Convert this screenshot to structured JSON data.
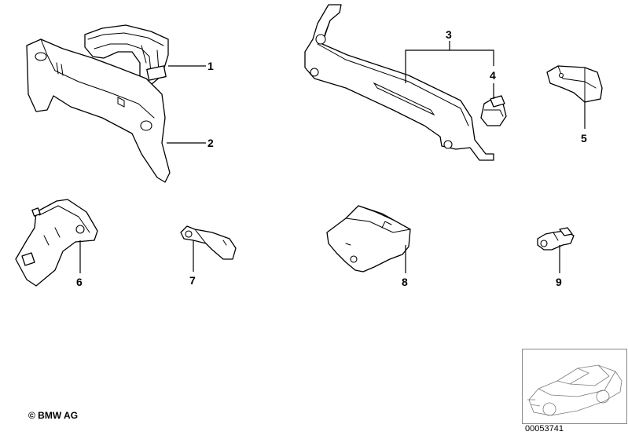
{
  "callouts": [
    {
      "id": "1",
      "label": "1"
    },
    {
      "id": "2",
      "label": "2"
    },
    {
      "id": "3",
      "label": "3"
    },
    {
      "id": "4",
      "label": "4"
    },
    {
      "id": "5",
      "label": "5"
    },
    {
      "id": "6",
      "label": "6"
    },
    {
      "id": "7",
      "label": "7"
    },
    {
      "id": "8",
      "label": "8"
    },
    {
      "id": "9",
      "label": "9"
    }
  ],
  "footer": {
    "copyright": "© BMW AG",
    "document_number": "00053741"
  },
  "colors": {
    "line": "#000000",
    "background": "#ffffff",
    "thumbnail_frame": "#888888"
  },
  "icons": [
    "bmw-car-thumbnail-icon"
  ]
}
